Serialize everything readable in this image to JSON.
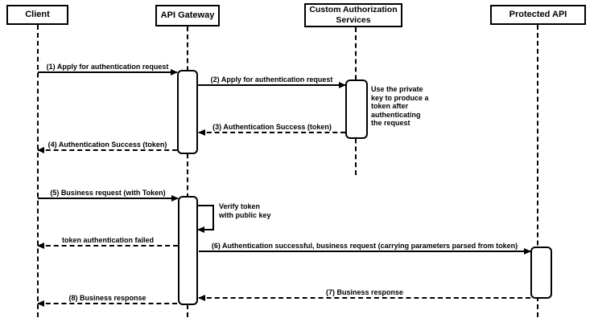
{
  "diagram": {
    "type": "uml-sequence",
    "actors": [
      {
        "label": "Client"
      },
      {
        "label": "API Gateway"
      },
      {
        "label": "Custom Authorization Services"
      },
      {
        "label": "Protected API"
      }
    ],
    "messages": [
      {
        "label": "(1) Apply for authentication request",
        "from": "Client",
        "to": "API Gateway",
        "line": "solid"
      },
      {
        "label": "(2) Apply for authentication request",
        "from": "API Gateway",
        "to": "Custom Authorization Services",
        "line": "solid"
      },
      {
        "label": "(3) Authentication Success (token)",
        "from": "Custom Authorization Services",
        "to": "API Gateway",
        "line": "dashed"
      },
      {
        "label": "(4) Authentication Success (token)",
        "from": "API Gateway",
        "to": "Client",
        "line": "dashed"
      },
      {
        "label": "(5) Business request (with Token)",
        "from": "Client",
        "to": "API Gateway",
        "line": "solid"
      },
      {
        "label": "Verify token\nwith public key",
        "from": "API Gateway",
        "to": "API Gateway",
        "line": "solid",
        "type": "self"
      },
      {
        "label": "token authentication failed",
        "from": "API Gateway",
        "to": "Client",
        "line": "dashed"
      },
      {
        "label": "(6) Authentication successful, business request (carrying parameters parsed from token)",
        "from": "API Gateway",
        "to": "Protected API",
        "line": "solid"
      },
      {
        "label": "(7) Business response",
        "from": "Protected API",
        "to": "API Gateway",
        "line": "dashed"
      },
      {
        "label": "(8) Business response",
        "from": "API Gateway",
        "to": "Client",
        "line": "dashed"
      }
    ],
    "note": "Use the private\nkey to produce a\ntoken after\nauthenticating\nthe request",
    "colors": {
      "line": "#000000",
      "fill": "#ffffff",
      "text": "#000000"
    }
  }
}
